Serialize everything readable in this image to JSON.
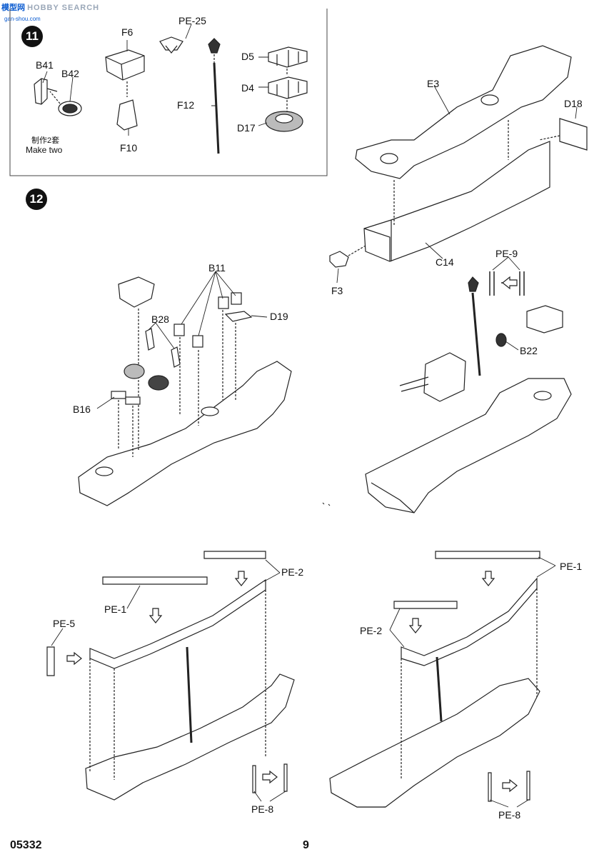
{
  "watermark": {
    "brand": "模型网",
    "text": "HOBBY SEARCH",
    "url": "gan-shou.com"
  },
  "step11": {
    "number": "11",
    "labels": {
      "b41": "B41",
      "b42": "B42",
      "f6": "F6",
      "f10": "F10",
      "pe25": "PE-25",
      "f12": "F12",
      "d5": "D5",
      "d4": "D4",
      "d17": "D17"
    },
    "note_cn": "制作2套",
    "note_en": "Make two"
  },
  "step12": {
    "number": "12",
    "labels": {
      "e3": "E3",
      "d18": "D18",
      "c14": "C14",
      "f3": "F3",
      "b11": "B11",
      "d19": "D19",
      "b28": "B28",
      "b16": "B16",
      "pe9": "PE-9",
      "b22": "B22",
      "pe1_left": "PE-1",
      "pe2_left": "PE-2",
      "pe5": "PE-5",
      "pe8_left": "PE-8",
      "pe1_right": "PE-1",
      "pe2_right": "PE-2",
      "pe8_right": "PE-8"
    }
  },
  "footer": {
    "code": "05332",
    "page": "9"
  }
}
